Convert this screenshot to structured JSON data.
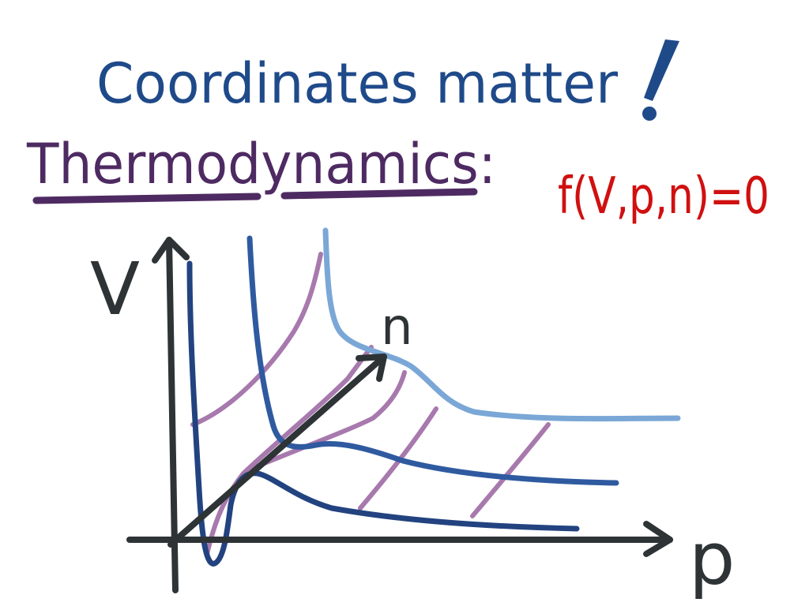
{
  "headline": {
    "text": "Coordinates matter",
    "exclamation": "!",
    "color": "#1f4a8a"
  },
  "subtitle": {
    "text": "Thermodynamics:",
    "color": "#4e2a62"
  },
  "equation": {
    "text": "f(V,p,n)=0",
    "color": "#d01010"
  },
  "diagram": {
    "axis_color": "#2e3336",
    "axes": {
      "vertical_label": "V",
      "horizontal_label": "p",
      "depth_label": "n"
    },
    "curve_colors": {
      "dark": "#22437f",
      "medium": "#2f5aa0",
      "light": "#7aa7d6",
      "connector": "#a779ad"
    }
  }
}
